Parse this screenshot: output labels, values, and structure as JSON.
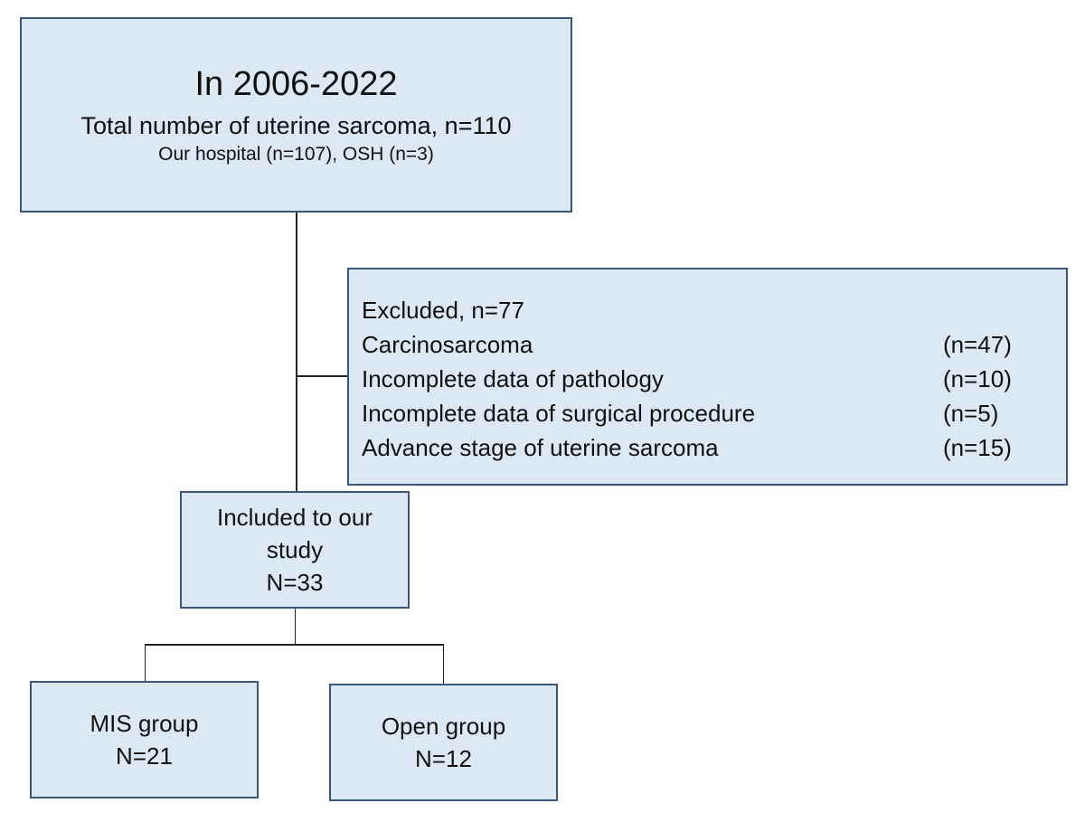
{
  "top_box": {
    "title": "In 2006-2022",
    "subtitle": "Total number of uterine sarcoma, n=110",
    "detail": "Our hospital (n=107), OSH (n=3)"
  },
  "excluded": {
    "header": "Excluded, n=77",
    "items": [
      {
        "label": "Carcinosarcoma",
        "count": "(n=47)"
      },
      {
        "label": "Incomplete data of pathology",
        "count": "(n=10)"
      },
      {
        "label": "Incomplete data of surgical procedure",
        "count": "(n=5)"
      },
      {
        "label": "Advance stage of uterine sarcoma",
        "count": "(n=15)"
      }
    ]
  },
  "included": {
    "line1": "Included to our",
    "line2": "study",
    "count": "N=33"
  },
  "mis_group": {
    "label": "MIS group",
    "count": "N=21"
  },
  "open_group": {
    "label": "Open group",
    "count": "N=12"
  },
  "colors": {
    "box_fill": "#dde8f5",
    "box_border": "#3b5879",
    "connector": "#222222"
  }
}
